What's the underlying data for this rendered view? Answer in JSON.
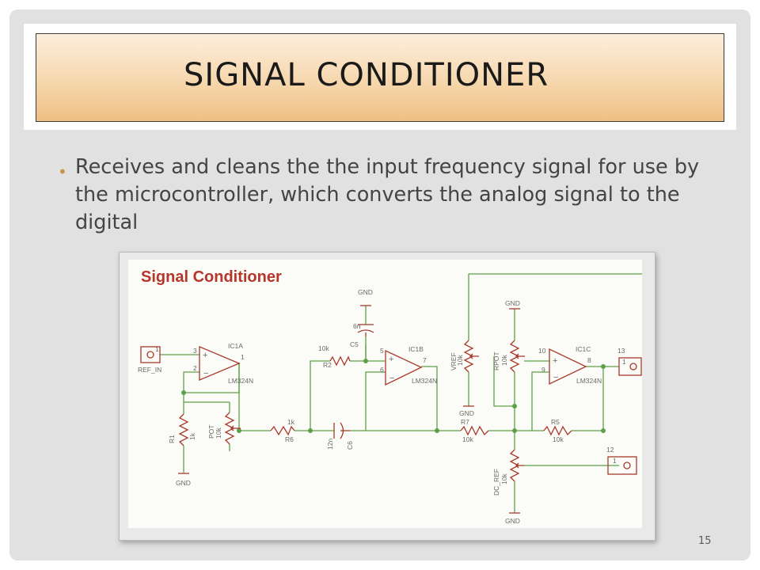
{
  "slide": {
    "title": "SIGNAL CONDITIONER",
    "bullets": [
      "Receives and cleans the the input frequency signal for use by the microcontroller, which converts the analog signal to the digital"
    ],
    "page_number": "15"
  },
  "schematic": {
    "heading": "Signal Conditioner",
    "labels": {
      "ref_in": "REF_IN",
      "pin1_jack": "1",
      "ic1a": "IC1A",
      "ic1a_pin3": "3",
      "ic1a_pin2": "2",
      "ic1a_pin1": "1",
      "ic1a_part": "LM324N",
      "r1": "R1",
      "r1_val": "1k",
      "pot": "POT",
      "pot_val": "10k",
      "gnd_a": "GND",
      "r6_val": "1k",
      "r6": "R6",
      "c6_val": "12n",
      "c6": "C6",
      "gnd_top": "GND",
      "c5_val": "6n",
      "c5": "C5",
      "r2_val": "10k",
      "r2": "R2",
      "ic1b": "IC1B",
      "ic1b_pin5": "5",
      "ic1b_pin6": "6",
      "ic1b_pin7": "7",
      "ic1b_part": "LM324N",
      "vref": "VREF",
      "vref_val": "10k",
      "gnd_vref": "GND",
      "r7": "R7",
      "r7_val": "10k",
      "gnd_rpot": "GND",
      "rpot": "RPOT",
      "rpot_val": "10k",
      "ic1c": "IC1C",
      "ic1c_pin10": "10",
      "ic1c_pin9": "9",
      "ic1c_pin8": "8",
      "ic1c_part": "LM324N",
      "r5": "R5",
      "r5_val": "10k",
      "jack13": "13",
      "jack13_pin": "1",
      "jack12": "12",
      "jack12_pin": "1",
      "dc_ref": "DC_REF",
      "dc_ref_val": "10k",
      "gnd_dc": "GND"
    }
  },
  "colors": {
    "accent": "#c8924a",
    "title_gradient_top": "#fdeedd",
    "title_gradient_bottom": "#eebf85",
    "wire": "#5ea04a",
    "component": "#a83a2c",
    "heading": "#b5362a"
  }
}
